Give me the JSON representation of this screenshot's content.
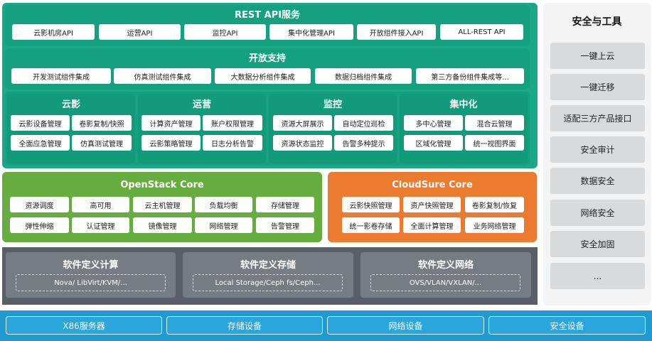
{
  "rest_api": {
    "title": "REST API服务",
    "items": [
      "云影机房API",
      "运营API",
      "监控API",
      "集中化管理API",
      "开放组件接入API",
      "ALL-REST API"
    ]
  },
  "open_support": {
    "title": "开放支持",
    "items": [
      "开发测试组件集成",
      "仿真测试组件集成",
      "大数据分析组件集成",
      "数据归档组件集成",
      "第三方备份组件集成等..."
    ]
  },
  "modules": [
    {
      "title": "云影",
      "items": [
        "云影设备管理",
        "卷影复制/快照",
        "全面应急管理",
        "仿真测试管理"
      ]
    },
    {
      "title": "运营",
      "items": [
        "计算资产管理",
        "账户权限管理",
        "云影策略管理",
        "日志分析告警"
      ]
    },
    {
      "title": "监控",
      "items": [
        "资源大屏展示",
        "自动定位巡检",
        "资源状态监控",
        "告警多种提示"
      ]
    },
    {
      "title": "集中化",
      "items": [
        "多中心管理",
        "混合云管理",
        "区域化管理",
        "统一视图界面"
      ]
    }
  ],
  "openstack": {
    "title": "OpenStack Core",
    "items": [
      "资源调度",
      "高可用",
      "云主机管理",
      "负载均衡",
      "存储管理",
      "弹性伸缩",
      "认证管理",
      "镜像管理",
      "网络管理",
      "告警管理"
    ]
  },
  "cloudsure": {
    "title": "CloudSure Core",
    "items": [
      "云影快照管理",
      "资产快照管理",
      "卷影复制/恢复",
      "统一影卷存储",
      "全面计算管理",
      "业务网络管理"
    ]
  },
  "sds": [
    {
      "title": "软件定义计算",
      "detail": "Nova/ LibVirt/KVM/..."
    },
    {
      "title": "软件定义存储",
      "detail": "Local Storage/Ceph fs/Ceph..."
    },
    {
      "title": "软件定义网络",
      "detail": "OVS/VLAN/VXLAN/..."
    }
  ],
  "tools": {
    "title": "安全与工具",
    "items": [
      "一键上云",
      "一键迁移",
      "适配三方产品接口",
      "安全审计",
      "数据安全",
      "网络安全",
      "安全加固",
      "..."
    ]
  },
  "hardware": [
    "X86服务器",
    "存储设备",
    "网络设备",
    "安全设备"
  ],
  "colors": {
    "teal": "#1aa887",
    "green": "#67ac3f",
    "orange": "#ea7b30",
    "gray": "#585f66",
    "blue": "#1f9bd2",
    "tools_bg": "#f4f4f4"
  }
}
